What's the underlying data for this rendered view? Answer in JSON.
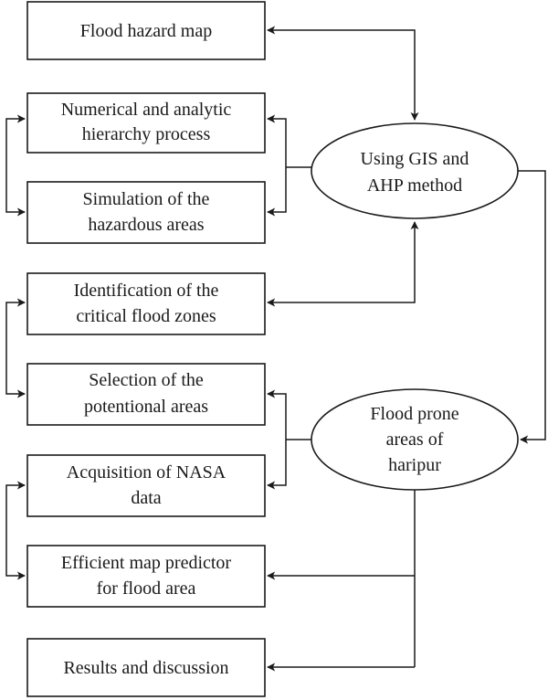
{
  "diagram": {
    "boxes": [
      {
        "id": "flood-hazard-map",
        "lines": [
          "Flood hazard map"
        ]
      },
      {
        "id": "numerical-ahp",
        "lines": [
          "Numerical and analytic",
          "hierarchy process"
        ]
      },
      {
        "id": "simulation-hazardous",
        "lines": [
          "Simulation of the",
          "hazardous areas"
        ]
      },
      {
        "id": "identification-critical",
        "lines": [
          "Identification of the",
          "critical flood zones"
        ]
      },
      {
        "id": "selection-potentional",
        "lines": [
          "Selection of the",
          "potentional areas"
        ]
      },
      {
        "id": "acquisition-nasa",
        "lines": [
          "Acquisition of NASA",
          "data"
        ]
      },
      {
        "id": "efficient-map-predictor",
        "lines": [
          "Efficient map predictor",
          "for flood area"
        ]
      },
      {
        "id": "results-discussion",
        "lines": [
          "Results and discussion"
        ]
      }
    ],
    "ellipses": [
      {
        "id": "using-gis-ahp",
        "lines": [
          "Using GIS and",
          "AHP method"
        ]
      },
      {
        "id": "flood-prone-haripur",
        "lines": [
          "Flood prone",
          "areas of",
          "haripur"
        ]
      }
    ]
  }
}
